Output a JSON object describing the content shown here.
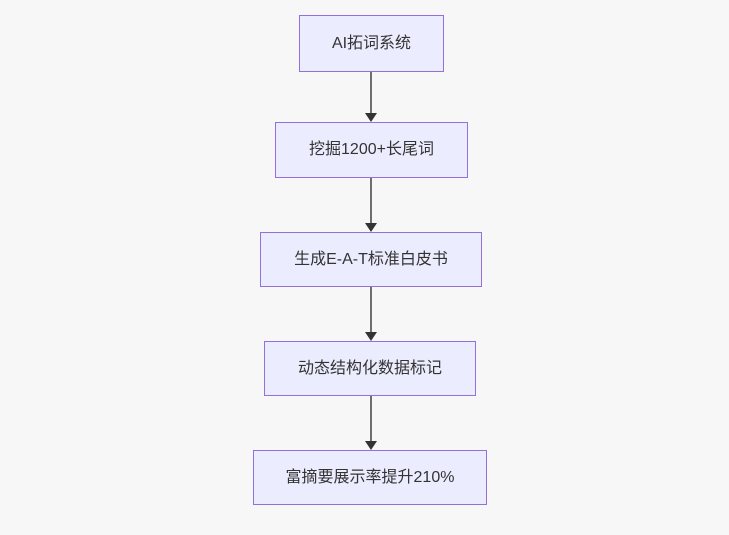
{
  "diagram": {
    "type": "flowchart",
    "direction": "top-down",
    "nodes": [
      {
        "id": "A",
        "label": "AI拓词系统"
      },
      {
        "id": "B",
        "label": "挖掘1200+长尾词"
      },
      {
        "id": "C",
        "label": "生成E-A-T标准白皮书"
      },
      {
        "id": "D",
        "label": "动态结构化数据标记"
      },
      {
        "id": "E",
        "label": "富摘要展示率提升210%"
      }
    ],
    "edges": [
      {
        "from": "A",
        "to": "B"
      },
      {
        "from": "B",
        "to": "C"
      },
      {
        "from": "C",
        "to": "D"
      },
      {
        "from": "D",
        "to": "E"
      }
    ],
    "colors": {
      "background": "#f7f7f7",
      "node_fill": "#ececff",
      "node_border": "#9370db",
      "node_text": "#333333",
      "edge_line": "#6e6e6e",
      "arrowhead": "#333333"
    }
  }
}
